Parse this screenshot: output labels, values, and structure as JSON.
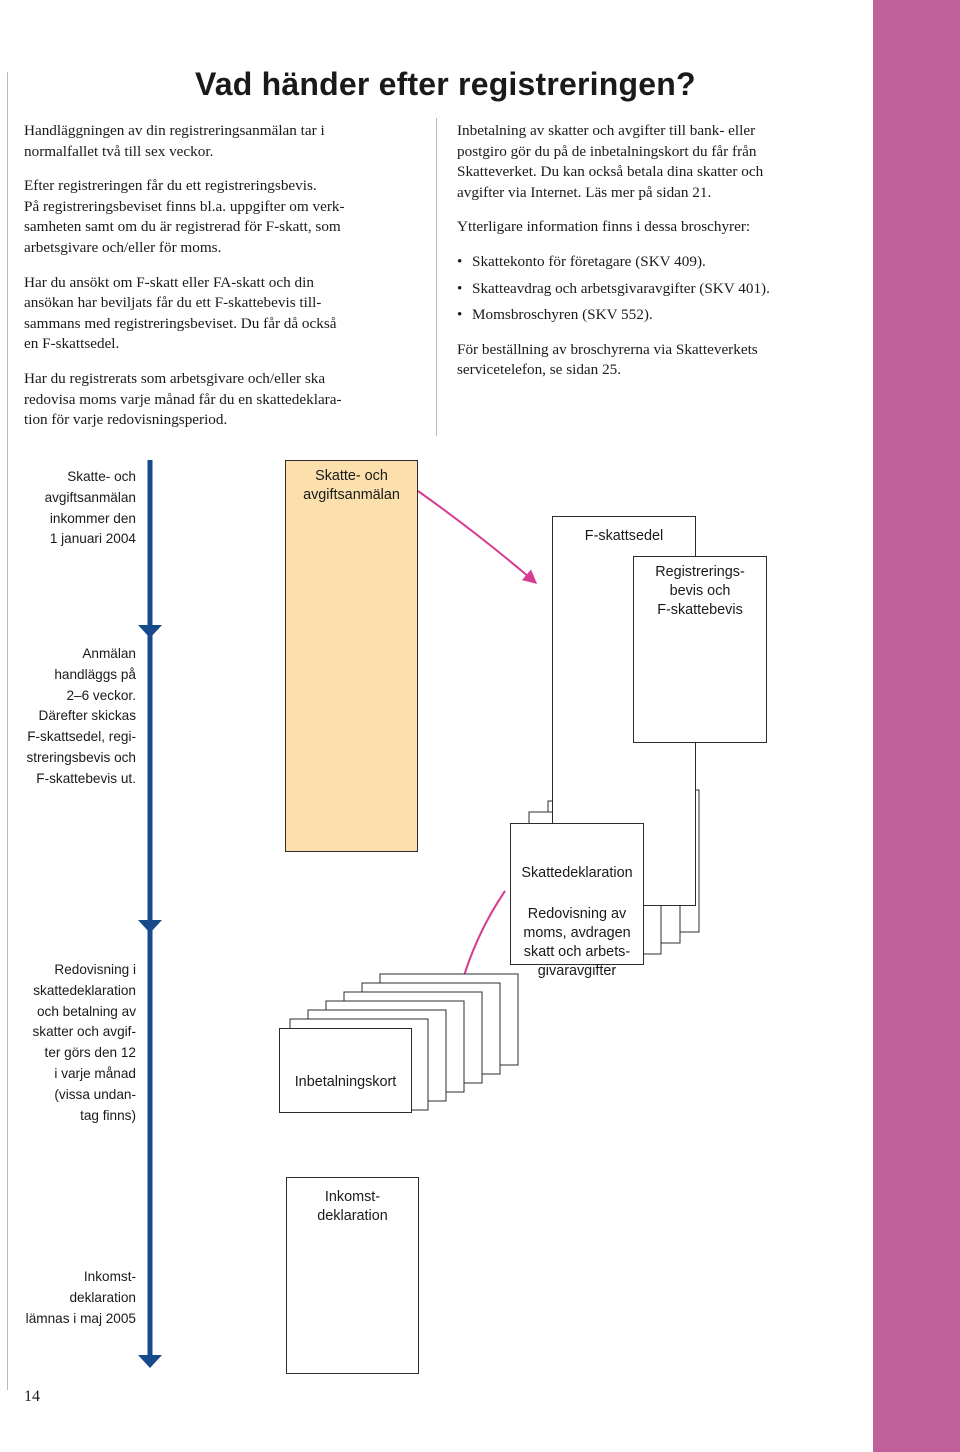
{
  "page": {
    "title": "Vad händer efter registreringen?",
    "page_number": "14",
    "accent_color": "#bf5f9b",
    "timeline_color": "#174a8b",
    "arrow_color": "#d63c8f",
    "highlight_box_color": "#fbe0ad"
  },
  "left_column": {
    "paragraphs": [
      [
        "Handläggningen av din registreringsanmälan tar i",
        "normalfallet två till sex veckor."
      ],
      [
        "Efter registreringen får du ett registreringsbevis.",
        "På registreringsbeviset finns bl.a. uppgifter om verk-",
        "samheten samt om du är registrerad för F-skatt, som",
        "arbetsgivare och/eller för moms."
      ],
      [
        "Har du ansökt om F-skatt eller FA-skatt och din",
        "ansökan har beviljats får du ett F-skattebevis till-",
        "sammans med registreringsbeviset. Du får då också",
        "en F-skattsedel."
      ],
      [
        "Har du registrerats som arbetsgivare och/eller ska",
        "redovisa moms varje månad får du en skattedeklara-",
        "tion för varje redovisningsperiod."
      ]
    ]
  },
  "right_column": {
    "paragraph1": [
      "Inbetalning av skatter och avgifter till bank- eller",
      "postgiro gör du på de inbetalningskort du får från",
      "Skatteverket. Du kan också betala dina skatter och",
      "avgifter via Internet. Läs mer på sidan 21."
    ],
    "brochures_intro": "Ytterligare information finns i dessa broschyrer:",
    "bullet_char": "•",
    "brochures": [
      "Skattekonto för företagare (SKV 409).",
      "Skatteavdrag och arbetsgivaravgifter (SKV 401).",
      "Momsbroschyren (SKV 552)."
    ],
    "ordering": [
      "För beställning av broschyrerna via Skatteverkets",
      "servicetelefon, se sidan 25."
    ]
  },
  "timeline": {
    "labels": [
      [
        "Skatte- och",
        "avgiftsanmälan",
        "inkommer den",
        "1 januari 2004"
      ],
      [
        "Anmälan",
        "handläggs på",
        "2–6 veckor.",
        "Därefter skickas",
        "F-skattsedel, regi-",
        "streringsbevis och",
        "F-skattebevis ut."
      ],
      [
        "Redovisning i",
        "skattedeklaration",
        "och betalning av",
        "skatter och avgif-",
        "ter görs den 12",
        "i varje månad",
        "(vissa undan-",
        "tag finns)"
      ],
      [
        "Inkomst-",
        "deklaration",
        "lämnas i maj 2005"
      ]
    ]
  },
  "diagram": {
    "anmalan": [
      "Skatte- och",
      "avgiftsanmälan"
    ],
    "f_skattsedel": [
      "F-skattsedel"
    ],
    "registreringsbevis": [
      "Registrerings-",
      "bevis och",
      "F-skattebevis"
    ],
    "skattedeklaration_title": [
      "Skattedeklaration"
    ],
    "skattedeklaration_body": [
      "Redovisning av",
      "moms, avdragen",
      "skatt och arbets-",
      "givaravgifter"
    ],
    "inbetalningskort": [
      "Inbetalningskort"
    ],
    "inkomstdeklaration": [
      "Inkomst-",
      "deklaration"
    ]
  }
}
